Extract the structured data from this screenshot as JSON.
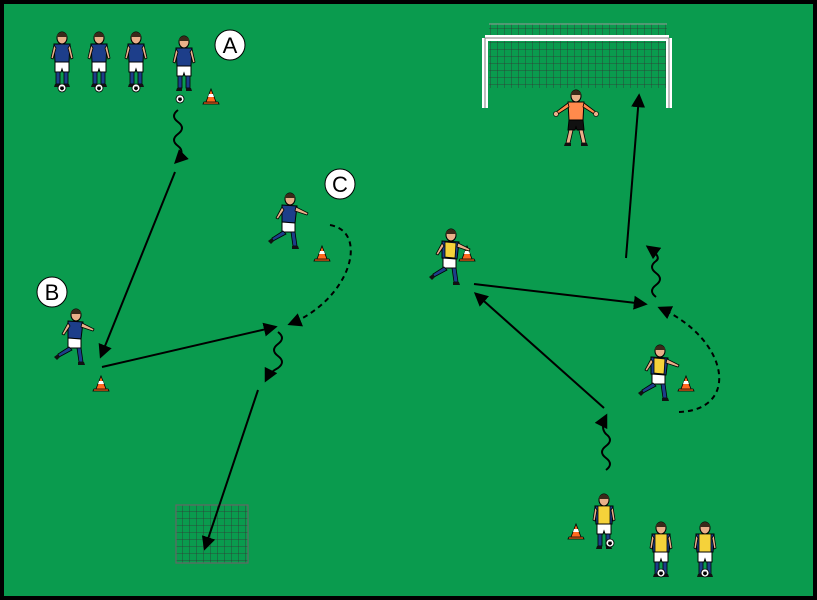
{
  "pitch": {
    "color": "#0a9b4e",
    "border": "#000000"
  },
  "labels": {
    "a": "A",
    "b": "B",
    "c": "C"
  },
  "teams": {
    "blue": {
      "shirt": "#1d3e8a",
      "shorts": "#ffffff",
      "socks": "#1d3e8a"
    },
    "yellow": {
      "vest": "#f5d23a",
      "shirt": "#1d3e8a",
      "shorts": "#ffffff"
    },
    "keeper": {
      "shirt": "#ff8a4c",
      "shorts": "#111111"
    }
  },
  "cone_color": "#ff6a1f",
  "icons": [
    "player-icon",
    "cone-icon",
    "ball-icon",
    "goal-icon",
    "mini-goal-icon",
    "arrow-icon"
  ]
}
